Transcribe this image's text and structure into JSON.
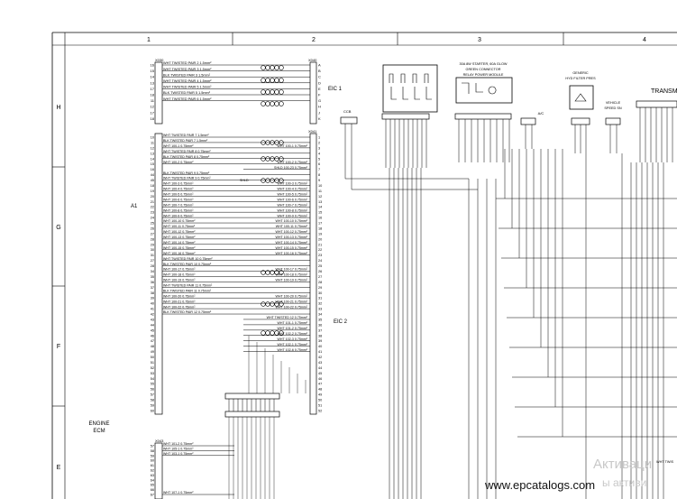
{
  "columns": [
    "1",
    "2",
    "3",
    "4"
  ],
  "rows": [
    "H",
    "G",
    "F",
    "E"
  ],
  "labels": {
    "a1": "A1",
    "eic1": "EIC 1",
    "eic2": "EIC 2",
    "engine_ecm_line1": "ENGINE",
    "engine_ecm_line2": "ECM",
    "x030": "X030",
    "x040": "X040",
    "x041": "X041",
    "x043": "X043",
    "ccb": "CCB",
    "relay_title_1": "30A 8W STARTER, 60A GLOW",
    "relay_title_2": "GREEN CONNECTOR",
    "relay_title_3": "RELAY POWER MODULE",
    "ac": "A/C",
    "generic_line1": "GENERIC",
    "generic_line2": "HYD FILTER PRES",
    "vehicle_line1": "VEHICLE",
    "vehicle_line2": "SPEED SN",
    "transm": "TRANSM",
    "wht_tws": "WHT TWIS",
    "shld": "SHLD"
  },
  "harness_top": [
    {
      "pin": "16",
      "wire": "WHT TWISTED PAIR 2 1.5mm²",
      "letter": "A"
    },
    {
      "pin": "15",
      "wire": "WHT TWISTED PAIR 3 1.5mm²",
      "letter": "B"
    },
    {
      "pin": "14",
      "wire": "BLK TWISTED PAIR 3 1.5mm²",
      "letter": "C"
    },
    {
      "pin": "13",
      "wire": "WHT TWISTED PAIR 4 1.5mm²",
      "letter": "D"
    },
    {
      "pin": "17",
      "wire": "WHT TWISTED PAIR 5 1.5mm²",
      "letter": "E"
    },
    {
      "pin": "18",
      "wire": "BLK TWISTED PAIR 5 1.5mm²",
      "letter": "F"
    },
    {
      "pin": "11",
      "wire": "WHT TWISTED PAIR 6 1.5mm²",
      "letter": "G"
    },
    {
      "pin": "12",
      "wire": "",
      "letter": "H"
    },
    {
      "pin": "17",
      "wire": "",
      "letter": "J"
    },
    {
      "pin": "18",
      "wire": "",
      "letter": "K"
    }
  ],
  "harness_main": [
    {
      "pin": "10",
      "wire": "WHT TWISTED PAIR 7 1.5mm²",
      "right": "",
      "num": "1"
    },
    {
      "pin": "11",
      "wire": "BLK TWISTED PAIR 7 1.5mm²",
      "right": "",
      "num": "2"
    },
    {
      "pin": "12",
      "wire": "WHT 100-1 0.75mm²",
      "right": "WHT 100-1 0.75mm²",
      "num": "3"
    },
    {
      "pin": "13",
      "wire": "WHT TWISTED PAIR 8 0.75mm²",
      "right": "",
      "num": "4"
    },
    {
      "pin": "14",
      "wire": "BLK TWISTED PAIR 8 0.75mm²",
      "right": "",
      "num": "5"
    },
    {
      "pin": "15",
      "wire": "WHT 100-2 0.75mm²",
      "right": "WHT 100-2 0.75mm²",
      "num": "6"
    },
    {
      "pin": "16",
      "wire": "",
      "right": "SHLD 100-23 0.75mm²",
      "num": "7"
    },
    {
      "pin": "44",
      "wire": "BLK TWISTED PAIR 9 0.75mm²",
      "right": "",
      "num": "8"
    },
    {
      "pin": "45",
      "wire": "WHT TWISTED PAIR 9 0.75mm²",
      "right": "",
      "num": "9"
    },
    {
      "pin": "18",
      "wire": "WHT 100-3 0.75mm²",
      "right": "WHT 100-3 0.75mm²",
      "num": "10"
    },
    {
      "pin": "19",
      "wire": "WHT 100-4 0.75mm²",
      "right": "WHT 100-4 0.75mm²",
      "num": "11"
    },
    {
      "pin": "20",
      "wire": "WHT 100-5 0.75mm²",
      "right": "WHT 100-5 0.75mm²",
      "num": "12"
    },
    {
      "pin": "21",
      "wire": "WHT 100-6 0.75mm²",
      "right": "WHT 100-6 0.75mm²",
      "num": "13"
    },
    {
      "pin": "22",
      "wire": "WHT 100-7 0.75mm²",
      "right": "WHT 100-7 0.75mm²",
      "num": "14"
    },
    {
      "pin": "23",
      "wire": "WHT 100-8 0.75mm²",
      "right": "WHT 100-8 0.75mm²",
      "num": "15"
    },
    {
      "pin": "24",
      "wire": "WHT 100-9 0.75mm²",
      "right": "WHT 100-9 0.75mm²",
      "num": "16"
    },
    {
      "pin": "25",
      "wire": "WHT 100-10 0.75mm²",
      "right": "WHT 100-10 0.75mm²",
      "num": "17"
    },
    {
      "pin": "26",
      "wire": "WHT 100-11 0.75mm²",
      "right": "WHT 100-11 0.75mm²",
      "num": "18"
    },
    {
      "pin": "27",
      "wire": "WHT 100-12 0.75mm²",
      "right": "WHT 100-12 0.75mm²",
      "num": "19"
    },
    {
      "pin": "28",
      "wire": "WHT 100-13 0.75mm²",
      "right": "WHT 100-13 0.75mm²",
      "num": "20"
    },
    {
      "pin": "29",
      "wire": "WHT 100-14 0.75mm²",
      "right": "WHT 100-14 0.75mm²",
      "num": "21"
    },
    {
      "pin": "30",
      "wire": "WHT 100-15 0.75mm²",
      "right": "WHT 100-15 0.75mm²",
      "num": "22"
    },
    {
      "pin": "31",
      "wire": "WHT 100-16 0.75mm²",
      "right": "WHT 100-16 0.75mm²",
      "num": "23"
    },
    {
      "pin": "27",
      "wire": "WHT TWISTED PAIR 10 0.75mm²",
      "right": "",
      "num": "24"
    },
    {
      "pin": "28",
      "wire": "BLK TWISTED PAIR 10 0.75mm²",
      "right": "",
      "num": "25"
    },
    {
      "pin": "34",
      "wire": "WHT 100-17 0.75mm²",
      "right": "WHT 100-17 0.75mm²",
      "num": "26"
    },
    {
      "pin": "35",
      "wire": "WHT 100-18 0.75mm²",
      "right": "WHT 100-18 0.75mm²",
      "num": "27"
    },
    {
      "pin": "36",
      "wire": "WHT 100-19 0.75mm²",
      "right": "WHT 100-19 0.75mm²",
      "num": "28"
    },
    {
      "pin": "37",
      "wire": "WHT TWISTED PAIR 11 0.75mm²",
      "right": "",
      "num": "29"
    },
    {
      "pin": "38",
      "wire": "BLK TWISTED PAIR 11 0.75mm²",
      "right": "",
      "num": "30"
    },
    {
      "pin": "39",
      "wire": "WHT 100-20 0.75mm²",
      "right": "WHT 100-20 0.75mm²",
      "num": "31"
    },
    {
      "pin": "40",
      "wire": "WHT 100-21 0.75mm²",
      "right": "WHT 100-21 0.75mm²",
      "num": "32"
    },
    {
      "pin": "41",
      "wire": "WHT 100-22 0.75mm²",
      "right": "WHT 100-22 0.75mm²",
      "num": "33"
    },
    {
      "pin": "42",
      "wire": "BLK TWISTED PAIR 12 0.75mm²",
      "right": "",
      "num": "34"
    },
    {
      "pin": "43",
      "wire": "",
      "right": "WHT TWISTED 12 0.75mm²",
      "num": "35"
    },
    {
      "pin": "44",
      "wire": "",
      "right": "WHT 101-1 0.75mm²",
      "num": "36"
    },
    {
      "pin": "45",
      "wire": "",
      "right": "WHT 101-2 0.75mm²",
      "num": "37"
    },
    {
      "pin": "46",
      "wire": "",
      "right": "WHT 102-2 0.75mm²",
      "num": "38"
    },
    {
      "pin": "47",
      "wire": "",
      "right": "WHT 102-3 0.75mm²",
      "num": "39"
    },
    {
      "pin": "48",
      "wire": "",
      "right": "WHT 102-1 0.75mm²",
      "num": "40"
    },
    {
      "pin": "49",
      "wire": "",
      "right": "WHT 102-6 0.75mm²",
      "num": "41"
    },
    {
      "pin": "50",
      "wire": "",
      "right": "",
      "num": "42"
    },
    {
      "pin": "51",
      "wire": "",
      "right": "",
      "num": "43"
    },
    {
      "pin": "52",
      "wire": "",
      "right": "",
      "num": "44"
    },
    {
      "pin": "53",
      "wire": "",
      "right": "",
      "num": "45"
    },
    {
      "pin": "54",
      "wire": "",
      "right": "",
      "num": "46"
    },
    {
      "pin": "55",
      "wire": "",
      "right": "",
      "num": "47"
    },
    {
      "pin": "56",
      "wire": "",
      "right": "",
      "num": "48"
    },
    {
      "pin": "57",
      "wire": "",
      "right": "",
      "num": "49"
    },
    {
      "pin": "58",
      "wire": "",
      "right": "",
      "num": "50"
    },
    {
      "pin": "59",
      "wire": "",
      "right": "",
      "num": "51"
    },
    {
      "pin": "60",
      "wire": "",
      "right": "",
      "num": "52"
    }
  ],
  "harness_bottom": [
    {
      "pin": "57",
      "wire": "WHT 101-2 0.75mm²"
    },
    {
      "pin": "58",
      "wire": "WHT 105-1 0.75mm²"
    },
    {
      "pin": "59",
      "wire": "WHT 103-1 0.75mm²"
    },
    {
      "pin": "60",
      "wire": ""
    },
    {
      "pin": "61",
      "wire": ""
    },
    {
      "pin": "62",
      "wire": ""
    },
    {
      "pin": "63",
      "wire": ""
    },
    {
      "pin": "64",
      "wire": ""
    },
    {
      "pin": "65",
      "wire": ""
    },
    {
      "pin": "66",
      "wire": ""
    },
    {
      "pin": "67",
      "wire": "WHT 107-1 0.75mm²"
    }
  ],
  "watermark": {
    "line1": "Активаци",
    "line2": "ы активи",
    "url": "www.epcatalogs.com"
  }
}
